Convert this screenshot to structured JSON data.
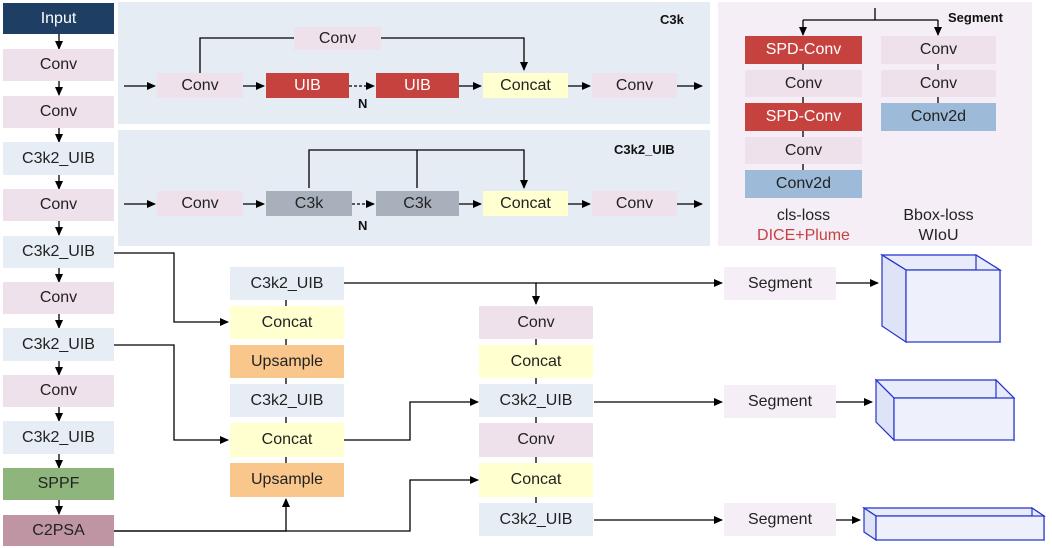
{
  "colors": {
    "input": "#1f3e63",
    "conv": "#efe1eb",
    "c3k2_uib": "#e7edf5",
    "sppf": "#8db57c",
    "c2psa": "#bf95a3",
    "concat": "#ffffcf",
    "upsample": "#f9c78c",
    "uib": "#c5423f",
    "c3k": "#a8b1bb",
    "conv2d": "#9dbad8",
    "panel_blue": "#e6ecf4",
    "panel_pink": "#f6eef6",
    "loss_red": "#c5423f"
  },
  "backbone": {
    "input": "Input",
    "conv1": "Conv",
    "conv2": "Conv",
    "c3k2_1": "C3k2_UIB",
    "conv3": "Conv",
    "c3k2_2": "C3k2_UIB",
    "conv4": "Conv",
    "c3k2_3": "C3k2_UIB",
    "conv5": "Conv",
    "c3k2_4": "C3k2_UIB",
    "sppf": "SPPF",
    "c2psa": "C2PSA"
  },
  "c3k_panel": {
    "title": "C3k",
    "conv_top": "Conv",
    "conv_in": "Conv",
    "uib1": "UIB",
    "uib2": "UIB",
    "n_label": "N",
    "concat": "Concat",
    "conv_out": "Conv"
  },
  "c3k2_panel": {
    "title": "C3k2_UIB",
    "conv_in": "Conv",
    "c3k1": "C3k",
    "c3k2": "C3k",
    "n_label": "N",
    "concat": "Concat",
    "conv_out": "Conv"
  },
  "segment_panel": {
    "title": "Segment",
    "left": [
      "SPD-Conv",
      "Conv",
      "SPD-Conv",
      "Conv",
      "Conv2d"
    ],
    "right": [
      "Conv",
      "Conv",
      "Conv2d"
    ],
    "cls_loss": "cls-loss",
    "cls_loss_type": "DICE+Plume",
    "bbox_loss": "Bbox-loss",
    "bbox_loss_type": "WIoU"
  },
  "neck_left": {
    "c3k2_top": "C3k2_UIB",
    "concat1": "Concat",
    "upsample1": "Upsample",
    "c3k2_mid": "C3k2_UIB",
    "concat2": "Concat",
    "upsample2": "Upsample"
  },
  "neck_right": {
    "conv1": "Conv",
    "concat1": "Concat",
    "c3k2_1": "C3k2_UIB",
    "conv2": "Conv",
    "concat2": "Concat",
    "c3k2_2": "C3k2_UIB"
  },
  "heads": {
    "seg1": "Segment",
    "seg2": "Segment",
    "seg3": "Segment"
  }
}
